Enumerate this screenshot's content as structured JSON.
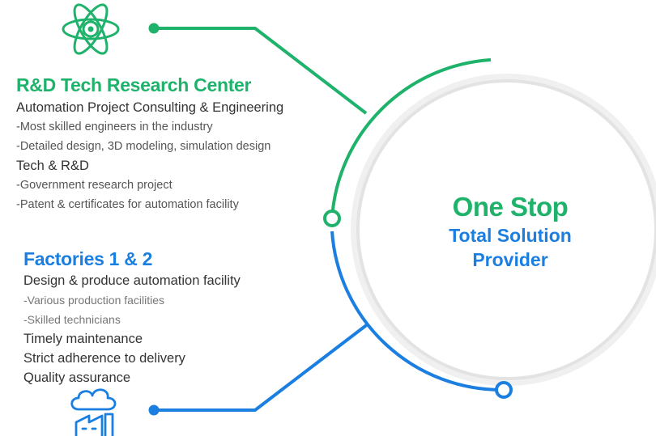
{
  "colors": {
    "green": "#1fb26b",
    "blue": "#1a7fe0",
    "ring": "#e6e6e6"
  },
  "center": {
    "title": "One Stop",
    "line1": "Total Solution",
    "line2": "Provider"
  },
  "rnd": {
    "icon": "atom-icon",
    "title": "R&D Tech Research Center",
    "lines": [
      {
        "text": "Automation Project Consulting & Engineering",
        "kind": "main"
      },
      {
        "text": "-Most skilled engineers in the industry",
        "kind": "sub"
      },
      {
        "text": "-Detailed design, 3D modeling, simulation design",
        "kind": "sub"
      },
      {
        "text": "Tech & R&D",
        "kind": "main"
      },
      {
        "text": "-Government research project",
        "kind": "sub"
      },
      {
        "text": "-Patent & certificates for automation facility",
        "kind": "sub"
      }
    ]
  },
  "factories": {
    "icon": "factory-icon",
    "title": "Factories 1 & 2",
    "lines": [
      {
        "text": "Design & produce automation facility",
        "kind": "main"
      },
      {
        "text": "-Various production facilities",
        "kind": "sub"
      },
      {
        "text": "-Skilled technicians",
        "kind": "sub"
      },
      {
        "text": "Timely maintenance",
        "kind": "main"
      },
      {
        "text": "Strict adherence to delivery",
        "kind": "main"
      },
      {
        "text": "Quality assurance",
        "kind": "main"
      }
    ]
  }
}
